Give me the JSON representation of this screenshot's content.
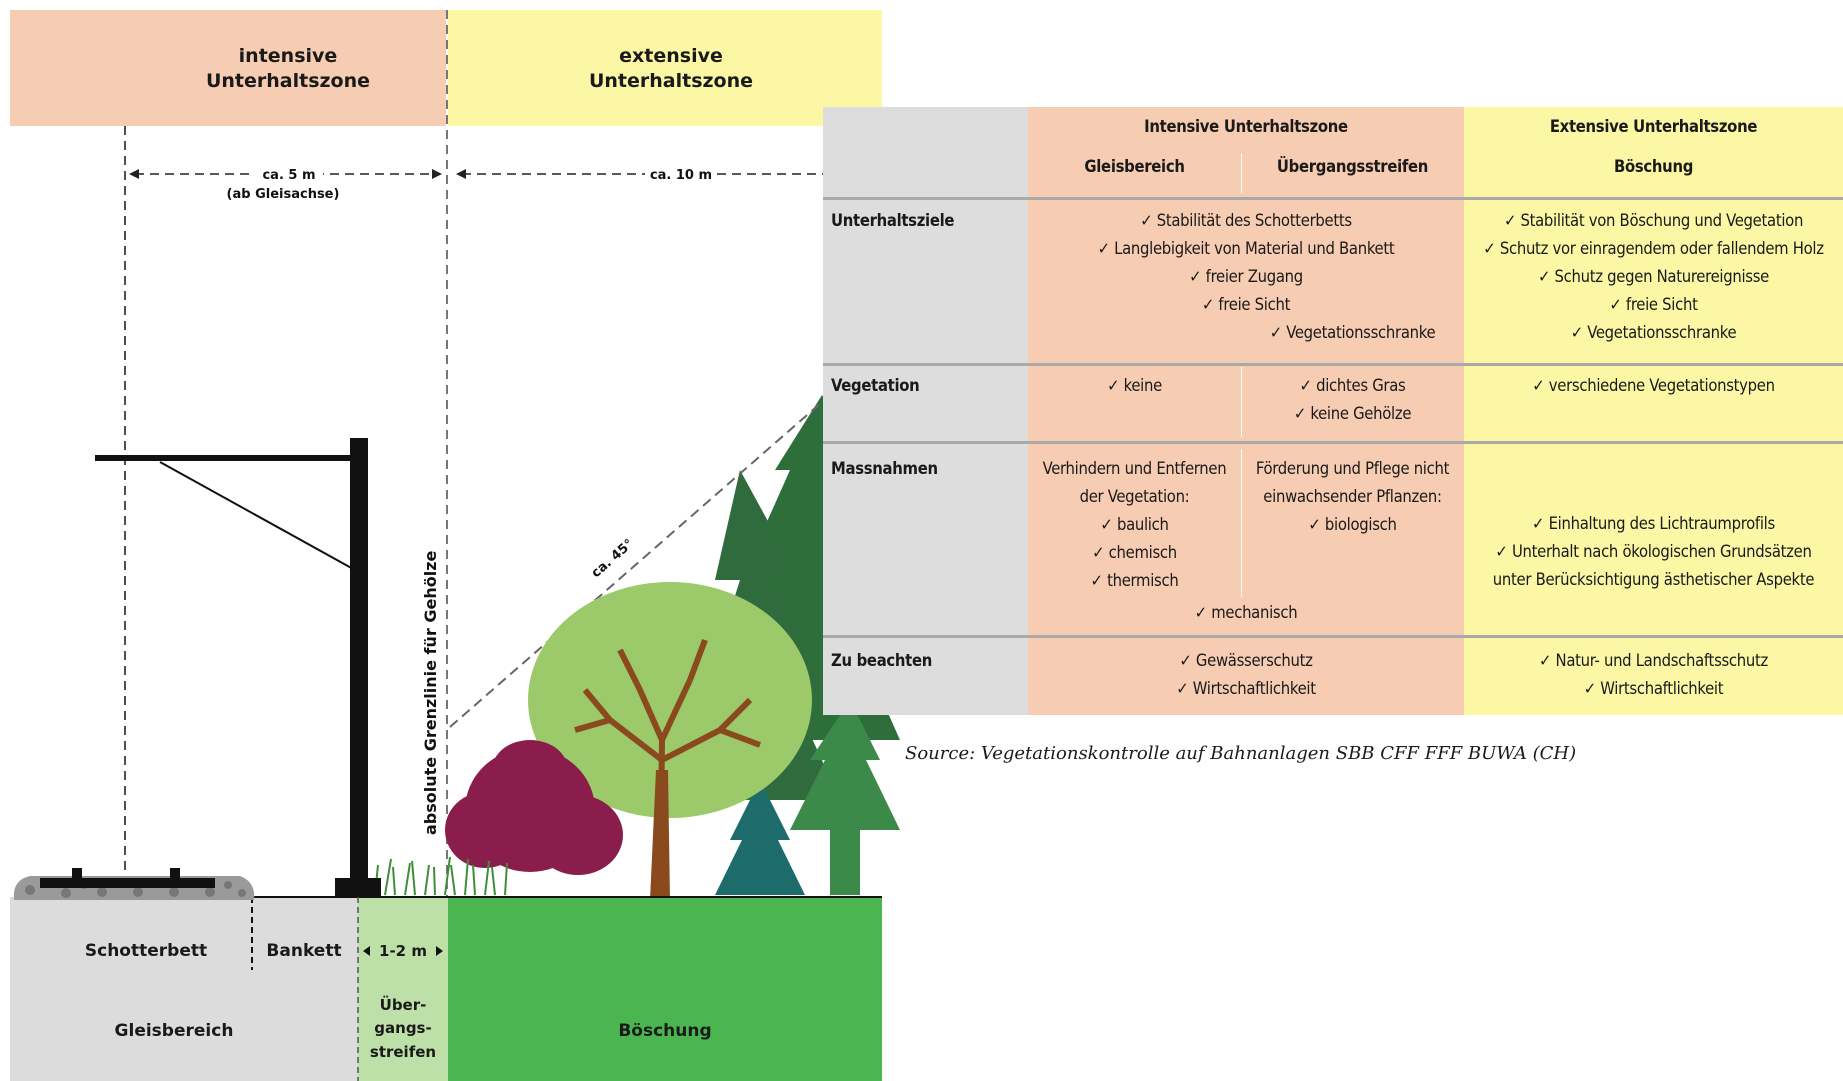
{
  "diagram": {
    "zones": {
      "intensive": [
        "intensive",
        "Unterhaltszone"
      ],
      "extensive": [
        "extensive",
        "Unterhaltszone"
      ]
    },
    "dimensions": {
      "left": "ca. 5 m",
      "left_sub": "(ab Gleisachse)",
      "right": "ca. 10 m",
      "transition": "1-2 m",
      "angle": "ca. 45°"
    },
    "boundary_line_label": "absolute Grenzlinie für Gehölze",
    "ground": {
      "schotterbett": "Schotterbett",
      "bankett": "Bankett",
      "gleisbereich": "Gleisbereich",
      "uebergang": [
        "Über-",
        "gangs-",
        "streifen"
      ],
      "boeschung": "Böschung"
    },
    "colors": {
      "intensive_zone": "#f6ccb2",
      "extensive_zone": "#fbf7a4",
      "gleisbereich": "#dcdcdc",
      "uebergang": "#bde0a8",
      "boeschung": "#4bb550",
      "conifer": "#2e6e3a",
      "tree_crown": "#9cc96a",
      "trunk": "#8a4a1e",
      "shrub": "#8b1d4d"
    }
  },
  "table": {
    "header": {
      "intensive": "Intensive Unterhaltszone",
      "extensive": "Extensive Unterhaltszone",
      "gleisbereich": "Gleisbereich",
      "uebergang": "Übergangsstreifen",
      "boeschung": "Böschung"
    },
    "rows": {
      "ziele": {
        "label": "Unterhaltsziele",
        "intensive_full": [
          "✓ Stabilität des Schotterbetts",
          "✓ Langlebigkeit von Material und Bankett",
          "✓ freier Zugang",
          "✓ freie Sicht"
        ],
        "uebergang": "✓ Vegetationsschranke",
        "extensive": [
          "✓ Stabilität von Böschung und Vegetation",
          "✓ Schutz vor einragendem oder fallendem Holz",
          "✓ Schutz gegen Naturereignisse",
          "✓ freie Sicht",
          "✓ Vegetationsschranke"
        ]
      },
      "vegetation": {
        "label": "Vegetation",
        "gleisbereich": [
          "✓ keine"
        ],
        "uebergang": [
          "✓ dichtes Gras",
          "✓ keine Gehölze"
        ],
        "extensive": [
          "✓ verschiedene Vegetationstypen"
        ]
      },
      "massnahmen": {
        "label": "Massnahmen",
        "gleisbereich": [
          "Verhindern und Entfernen",
          "der Vegetation:",
          "✓ baulich",
          "✓ chemisch",
          "✓ thermisch"
        ],
        "uebergang": [
          "Förderung und Pflege nicht",
          "einwachsender Pflanzen:",
          "✓ biologisch"
        ],
        "intensive_full": "✓ mechanisch",
        "extensive": [
          "✓ Einhaltung des Lichtraumprofils",
          "✓ Unterhalt nach ökologischen Grundsätzen",
          "unter Berücksichtigung ästhetischer Aspekte"
        ]
      },
      "beachten": {
        "label": "Zu beachten",
        "intensive": [
          "✓ Gewässerschutz",
          "✓ Wirtschaftlichkeit"
        ],
        "extensive": [
          "✓ Natur- und Landschaftsschutz",
          "✓ Wirtschaftlichkeit"
        ]
      }
    }
  },
  "caption": "Source: Vegetationskontrolle auf Bahnanlagen SBB CFF FFF BUWA (CH)"
}
